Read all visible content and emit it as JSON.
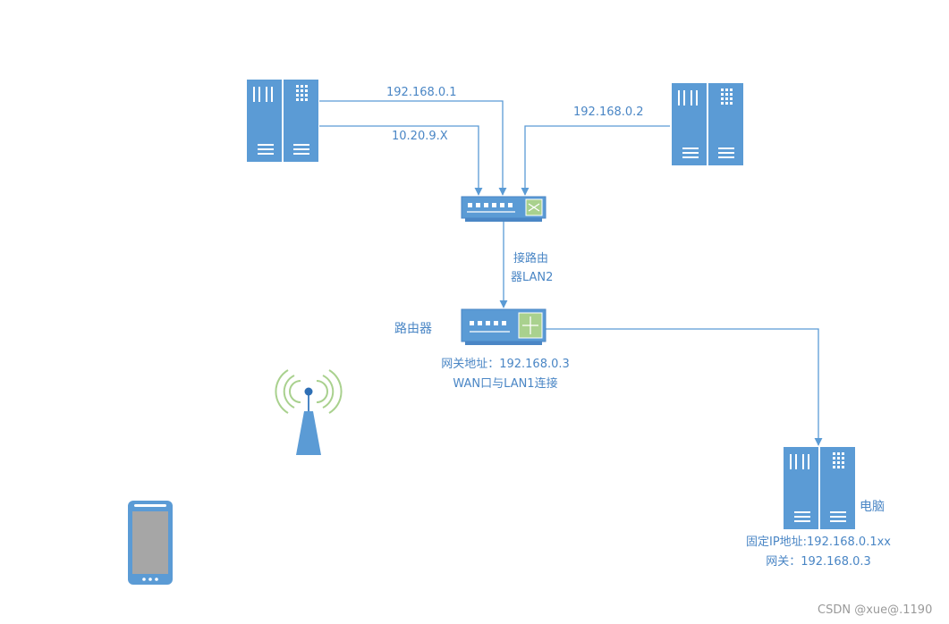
{
  "colors": {
    "device": "#5b9bd5",
    "line": "#5b9bd5",
    "text": "#4a86c5",
    "switch_green": "#a9d18e",
    "signal_green": "#a9d18e",
    "phone_screen": "#a6a6a6",
    "watermark": "#9a9a9a"
  },
  "icons": {
    "server_left": "server-icon",
    "server_right": "server-icon",
    "switch": "network-switch-icon",
    "router": "router-icon",
    "computer": "server-icon",
    "antenna": "wireless-antenna-icon",
    "phone": "smartphone-icon"
  },
  "labels": {
    "link1": "192.168.0.1",
    "link2": "10.20.9.X",
    "link3": "192.168.0.2",
    "switch_to_router_line1": "接路由",
    "switch_to_router_line2": "器LAN2",
    "router_name": "路由器",
    "router_gateway": "网关地址：192.168.0.3",
    "router_wan": "WAN口与LAN1连接",
    "computer_name": "电脑",
    "computer_ip": "固定IP地址:192.168.0.1xx",
    "computer_gateway": "网关：192.168.0.3"
  },
  "watermark": "CSDN @xue@.1190"
}
